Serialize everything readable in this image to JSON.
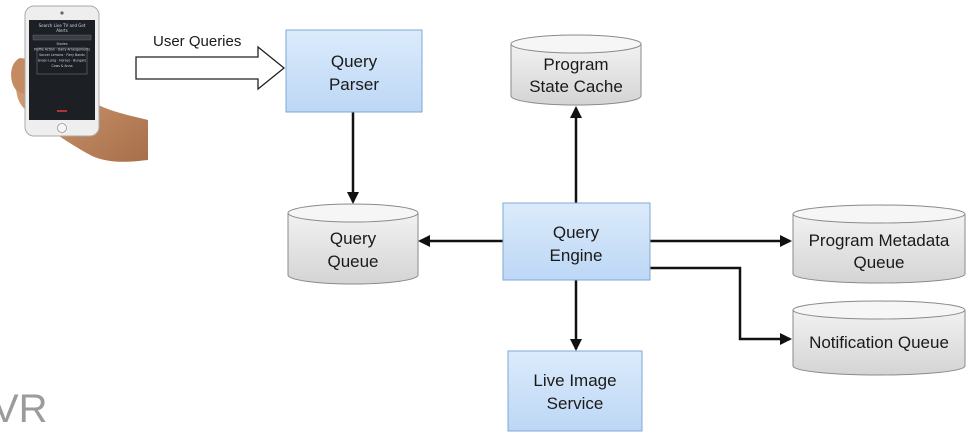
{
  "phone": {
    "screen_title_line1": "Search Live TV and Get",
    "screen_title_line2": "Alerts",
    "screen_lines": [
      "Stories",
      "Profile Action · Dairy Arrangements",
      "Soccer Lemons · Fiery Bands",
      "Green Long · Horses · Bungalo",
      "Cows & Anna"
    ]
  },
  "user_queries_label": "User Queries",
  "nodes": {
    "query_parser": [
      "Query",
      "Parser"
    ],
    "program_state_cache": [
      "Program",
      "State Cache"
    ],
    "query_queue": [
      "Query",
      "Queue"
    ],
    "query_engine": [
      "Query",
      "Engine"
    ],
    "program_metadata_queue": [
      "Program Metadata",
      "Queue"
    ],
    "notification_queue": [
      "Notification Queue"
    ],
    "live_image_service": [
      "Live Image",
      "Service"
    ]
  },
  "corner_text": "VR",
  "colors": {
    "process_fill_top": "#dcebfb",
    "process_fill_bottom": "#bcd7f5",
    "process_stroke": "#7fa9d6",
    "queue_fill_top": "#f1f1f1",
    "queue_fill_bottom": "#d6d6d6",
    "queue_stroke": "#8a8a8a",
    "arrow": "#111111",
    "corner_text": "#9b9b9b"
  }
}
